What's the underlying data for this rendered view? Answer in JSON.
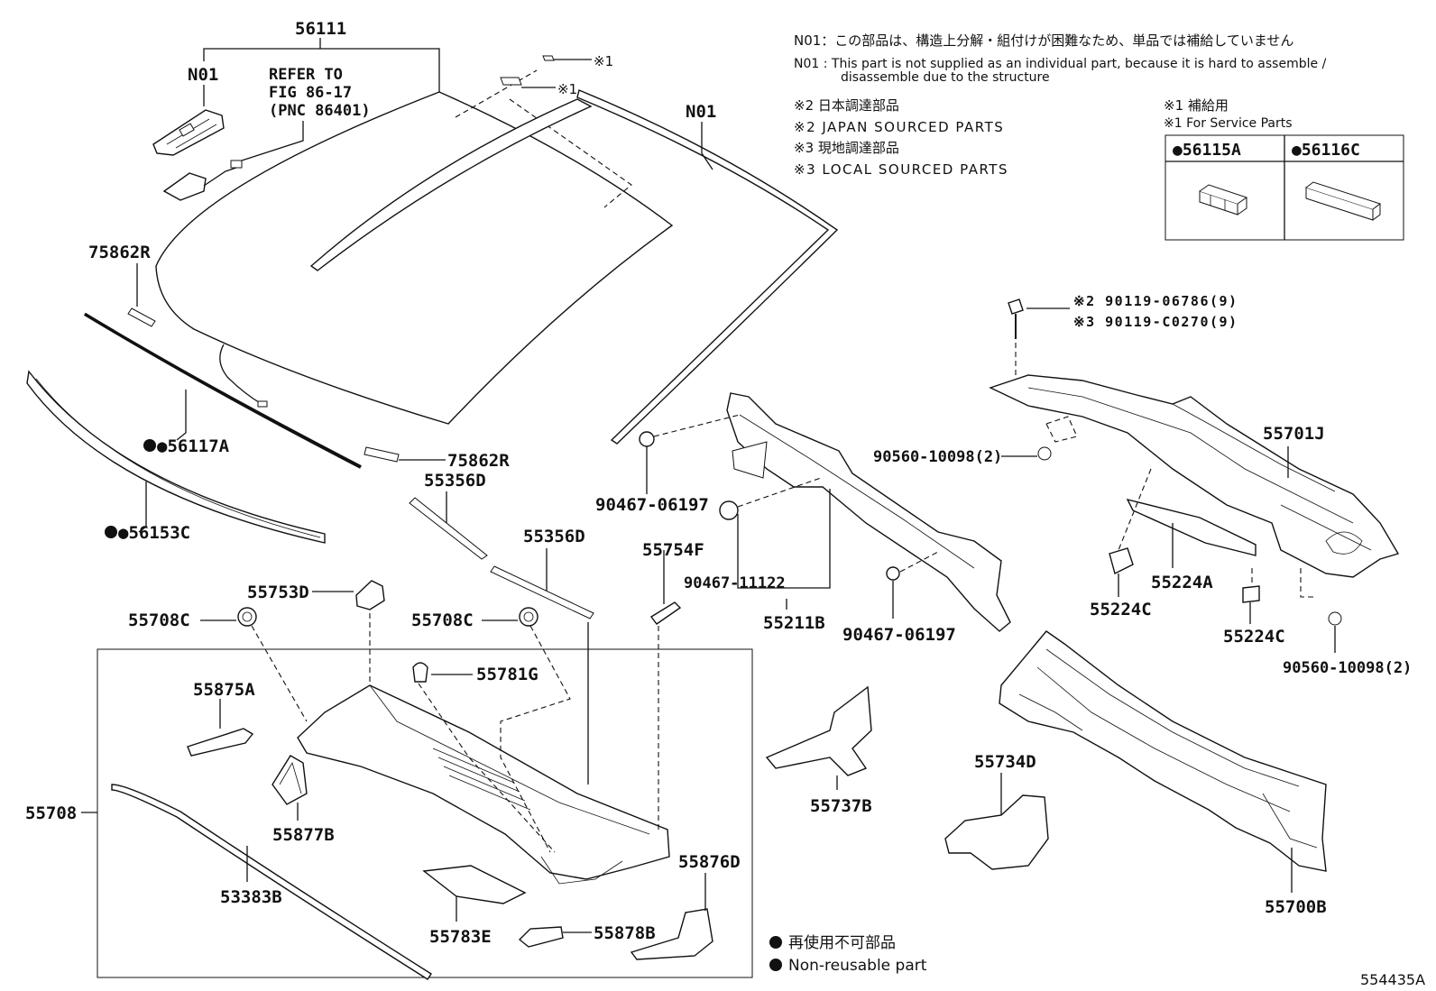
{
  "notes": {
    "n01_jp": "N01：この部品は、構造上分解・組付けが困難なため、単品では補給していません",
    "n01_en_1": "N01 :  This part is not supplied as an individual part, because it is hard to assemble /",
    "n01_en_2": "disassemble due to the structure",
    "n2_jp": "※2 日本調達部品",
    "n2_en": "※2 JAPAN SOURCED PARTS",
    "n3_jp": "※3 現地調達部品",
    "n3_en": "※3 LOCAL SOURCED PARTS",
    "service_jp": "※1 補給用",
    "service_en": "※1 For Service Parts",
    "reuse_jp": "再使用不可部品",
    "reuse_en": "Non-reusable part",
    "figure_id": "554435A"
  },
  "service_table": {
    "col1": "●56115A",
    "col2": "●56116C"
  },
  "refer": {
    "line1": "REFER TO",
    "line2": "FIG 86-17",
    "line3": "(PNC 86401)"
  },
  "labels": {
    "p56111": "56111",
    "n01_left": "N01",
    "n01_right": "N01",
    "ref1_a": "※1",
    "ref1_b": "※1",
    "p75862R_a": "75862R",
    "p56117A": "●56117A",
    "p56153C": "●56153C",
    "p75862R_b": "75862R",
    "p55356D_a": "55356D",
    "p55356D_b": "55356D",
    "p90467_06197_a": "90467-06197",
    "p90467_11122": "90467-11122",
    "p55211B": "55211B",
    "p90467_06197_b": "90467-06197",
    "p55754F": "55754F",
    "p55753D": "55753D",
    "p55708C_a": "55708C",
    "p55708C_b": "55708C",
    "p55781G": "55781G",
    "p55875A": "55875A",
    "p55708": "55708",
    "p55877B": "55877B",
    "p53383B": "53383B",
    "p55783E": "55783E",
    "p55878B": "55878B",
    "p55876D": "55876D",
    "p55737B": "55737B",
    "p55734D": "55734D",
    "p55700B": "55700B",
    "p90119_06786": "※2  90119-06786(9)",
    "p90119_C0270": "※3  90119-C0270(9)",
    "p90560_a": "90560-10098(2)",
    "p55701J": "55701J",
    "p55224A": "55224A",
    "p55224C_a": "55224C",
    "p55224C_b": "55224C",
    "p90560_b": "90560-10098(2)"
  }
}
